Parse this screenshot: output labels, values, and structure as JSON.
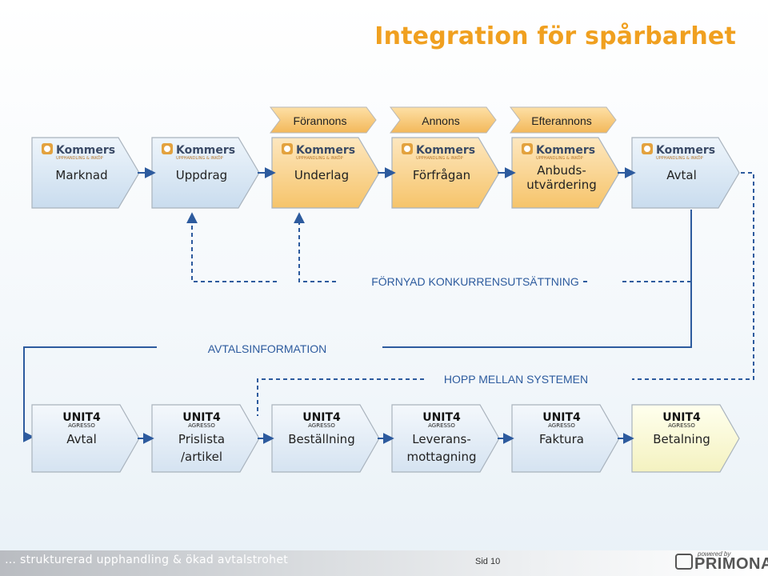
{
  "title": "Integration för spårbarhet",
  "phases": [
    "Förannons",
    "Annons",
    "Efterannons"
  ],
  "top_steps": [
    {
      "logo": "Kommers",
      "logo_sub": "UPPHANDLING & INKÖP",
      "l1": "Marknad",
      "l2": ""
    },
    {
      "logo": "Kommers",
      "logo_sub": "UPPHANDLING & INKÖP",
      "l1": "Uppdrag",
      "l2": ""
    },
    {
      "logo": "Kommers",
      "logo_sub": "UPPHANDLING & INKÖP",
      "l1": "Underlag",
      "l2": ""
    },
    {
      "logo": "Kommers",
      "logo_sub": "UPPHANDLING & INKÖP",
      "l1": "Förfrågan",
      "l2": ""
    },
    {
      "logo": "Kommers",
      "logo_sub": "UPPHANDLING & INKÖP",
      "l1": "Anbuds-",
      "l2": "utvärdering"
    },
    {
      "logo": "Kommers",
      "logo_sub": "UPPHANDLING & INKÖP",
      "l1": "Avtal",
      "l2": ""
    }
  ],
  "bottom_steps": [
    {
      "logo": "UNIT4",
      "logo_sub": "AGRESSO",
      "l1": "Avtal",
      "l2": ""
    },
    {
      "logo": "UNIT4",
      "logo_sub": "AGRESSO",
      "l1": "Prislista",
      "l2": "/artikel"
    },
    {
      "logo": "UNIT4",
      "logo_sub": "AGRESSO",
      "l1": "Beställning",
      "l2": ""
    },
    {
      "logo": "UNIT4",
      "logo_sub": "AGRESSO",
      "l1": "Leverans-",
      "l2": "mottagning"
    },
    {
      "logo": "UNIT4",
      "logo_sub": "AGRESSO",
      "l1": "Faktura",
      "l2": ""
    },
    {
      "logo": "UNIT4",
      "logo_sub": "AGRESSO",
      "l1": "Betalning",
      "l2": ""
    }
  ],
  "labels": {
    "renewal": "FÖRNYAD KONKURRENSUTSÄTTNING",
    "agreement_info": "AVTALSINFORMATION",
    "system_hop": "HOPP MELLAN SYSTEMEN"
  },
  "footer": {
    "tagline": "… strukturerad upphandling & ökad avtalstrohet",
    "page": "Sid 10",
    "brand_small": "powered by",
    "brand": "PRIMONA"
  },
  "colors": {
    "title": "#f0a020",
    "accent_blue": "#2d5b9e",
    "phase_fill": "#f7c770",
    "connector": "#2d5b9e"
  }
}
